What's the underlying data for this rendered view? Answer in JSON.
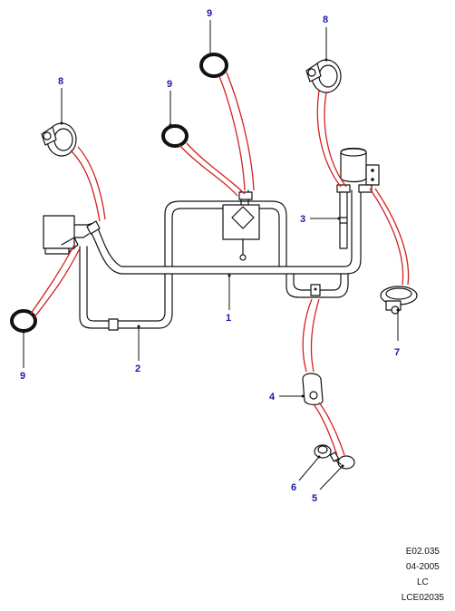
{
  "callouts": {
    "c1": "1",
    "c2": "2",
    "c3": "3",
    "c4": "4",
    "c5": "5",
    "c6": "6",
    "c7": "7",
    "c8a": "8",
    "c8b": "8",
    "c9a": "9",
    "c9b": "9",
    "c9c": "9"
  },
  "footer": {
    "line1": "E02.035",
    "line2": "04-2005",
    "line3": "LC",
    "line4": "LCE02035"
  },
  "colors": {
    "callout": "#1a1aa6",
    "leader_red": "#d42020",
    "line": "#111111"
  }
}
